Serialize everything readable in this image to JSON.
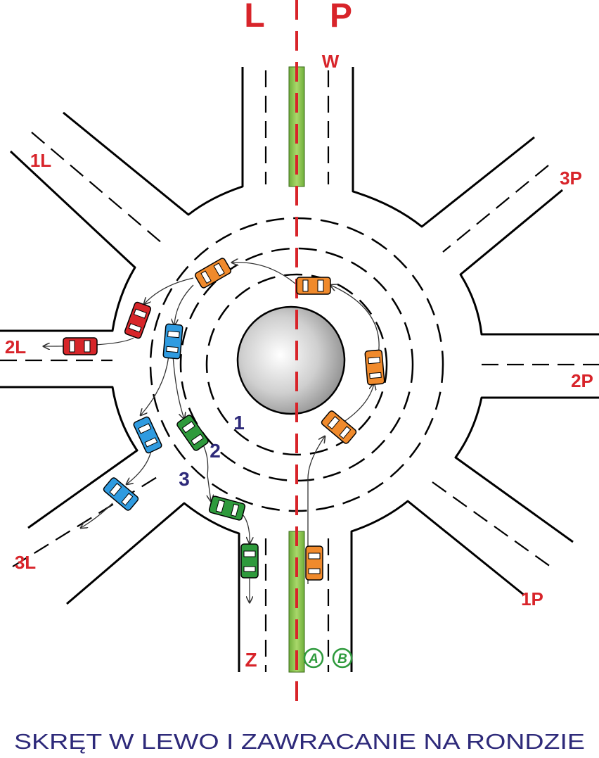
{
  "labels": {
    "left_side": "L",
    "right_side": "P",
    "top_exit": "W",
    "bottom_entry": "Z",
    "exit_1L": "1L",
    "exit_2L": "2L",
    "exit_3L": "3L",
    "exit_1P": "1P",
    "exit_2P": "2P",
    "exit_3P": "3P",
    "lane_1": "1",
    "lane_2": "2",
    "lane_3": "3",
    "lane_A": "A",
    "lane_B": "B"
  },
  "caption": "SKRĘT W LEWO I ZAWRACANIE NA RONDZIE",
  "colors": {
    "label_red": "#d8242a",
    "label_blue": "#2e2a7a",
    "median_green": "#8bc34a",
    "car_orange": "#f08a2c",
    "car_red": "#d7262a",
    "car_blue": "#2f9be0",
    "car_green": "#2e9a3c",
    "island_gray": "#c8c8c8"
  }
}
